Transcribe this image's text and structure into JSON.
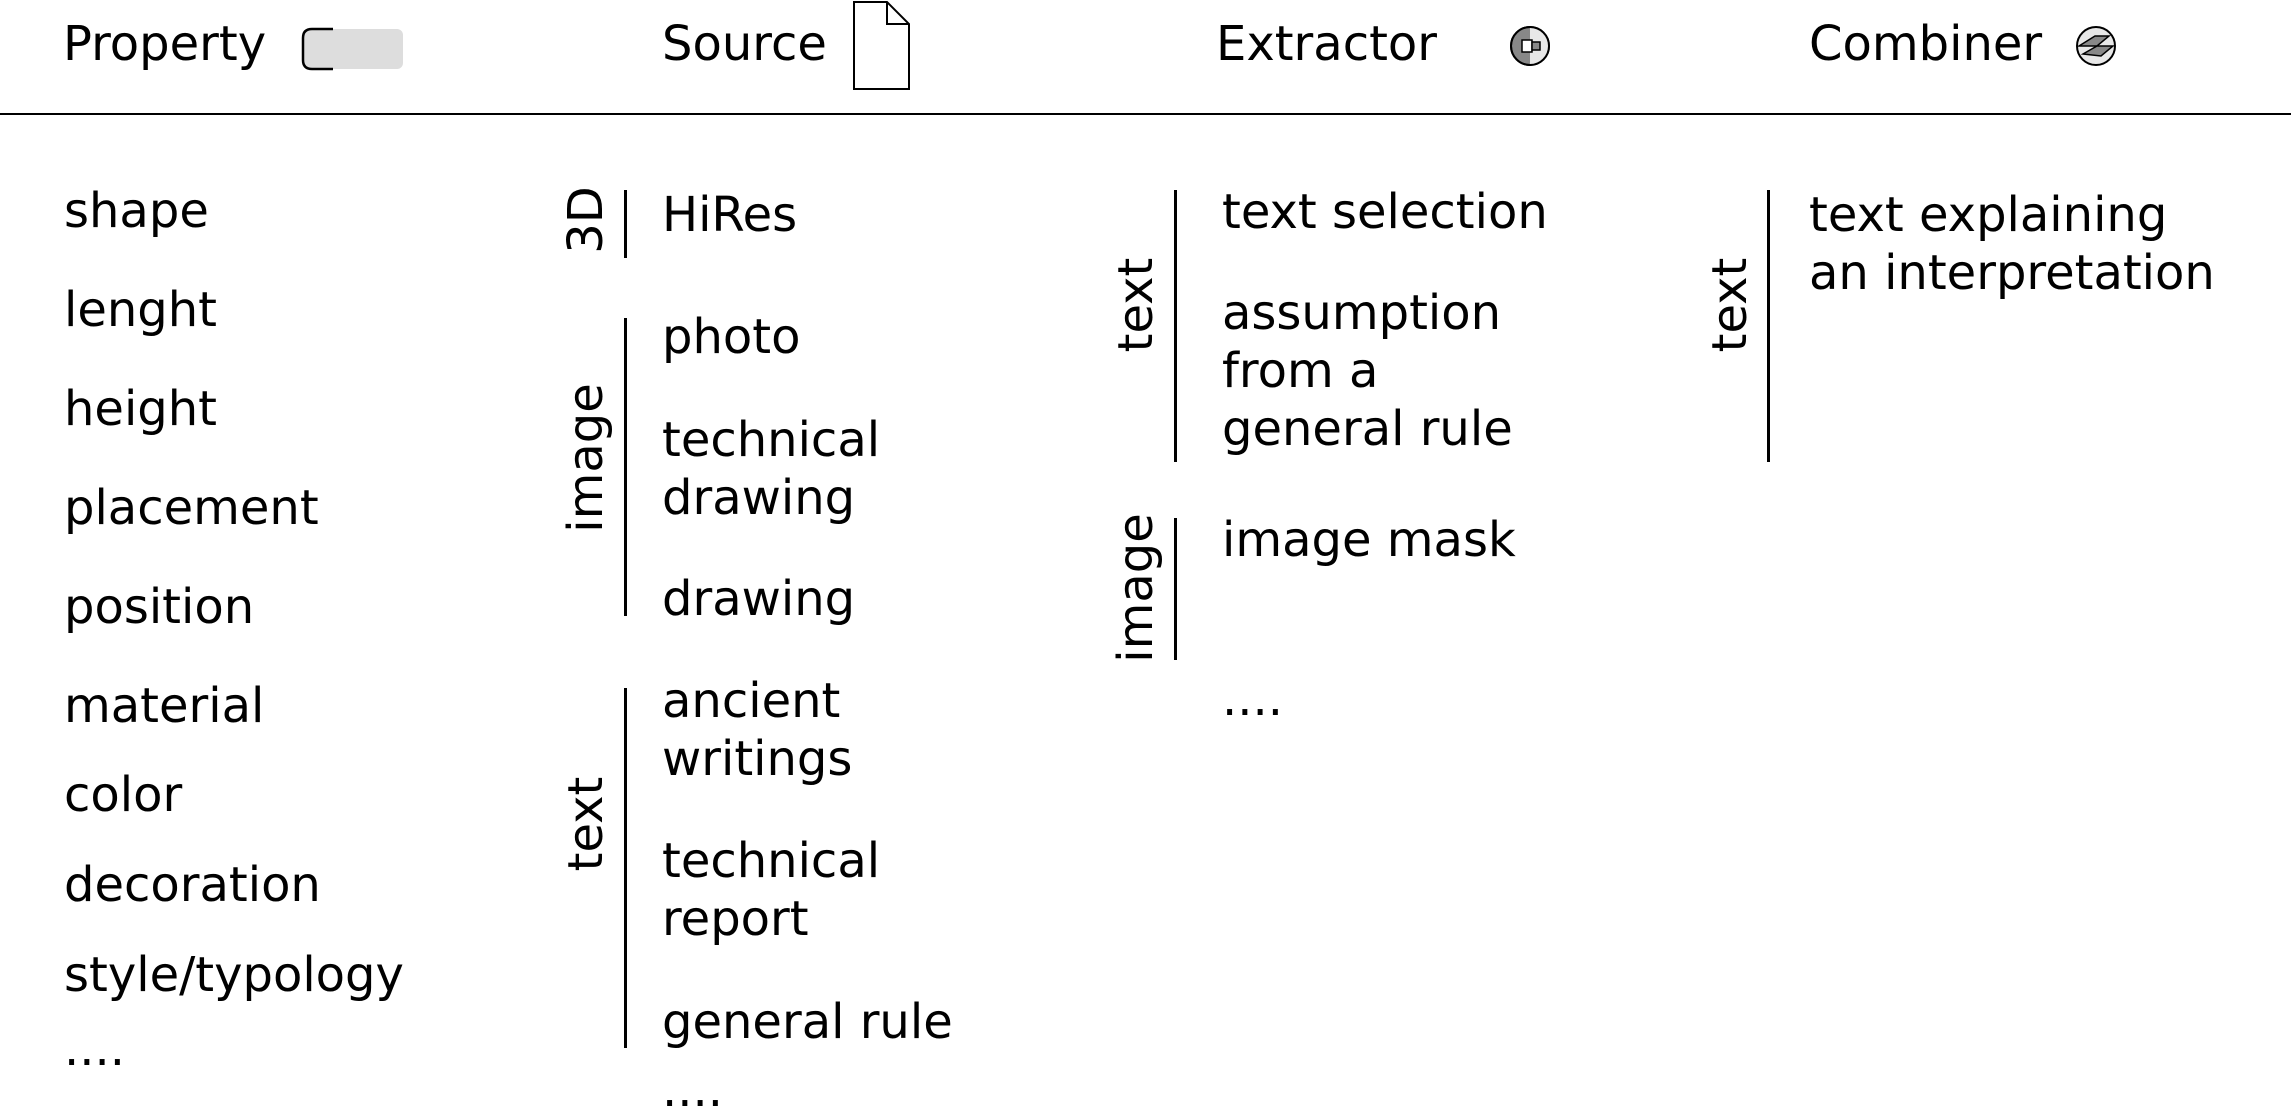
{
  "headers": {
    "property": "Property",
    "source": "Source",
    "extractor": "Extractor",
    "combiner": "Combiner"
  },
  "icons": {
    "property": "toggle-switch-icon",
    "source": "document-icon",
    "extractor": "extractor-circle-icon",
    "combiner": "combiner-circle-icon"
  },
  "property_items": [
    "shape",
    "lenght",
    "height",
    "placement",
    "position",
    "material",
    "color",
    "decoration",
    "style/typology",
    "...."
  ],
  "source": {
    "groups": [
      {
        "label": "3D",
        "items": [
          "HiRes"
        ]
      },
      {
        "label": "image",
        "items": [
          "photo",
          "technical\ndrawing",
          "drawing"
        ]
      },
      {
        "label": "text",
        "items": [
          "ancient\nwritings",
          "technical\nreport",
          "general rule"
        ]
      }
    ],
    "more": "...."
  },
  "extractor": {
    "groups": [
      {
        "label": "text",
        "items": [
          "text selection",
          "assumption\nfrom a\ngeneral rule"
        ]
      },
      {
        "label": "image",
        "items": [
          "image mask"
        ]
      }
    ],
    "more": "...."
  },
  "combiner": {
    "groups": [
      {
        "label": "text",
        "items": [
          "text explaining\nan interpretation"
        ]
      }
    ]
  }
}
